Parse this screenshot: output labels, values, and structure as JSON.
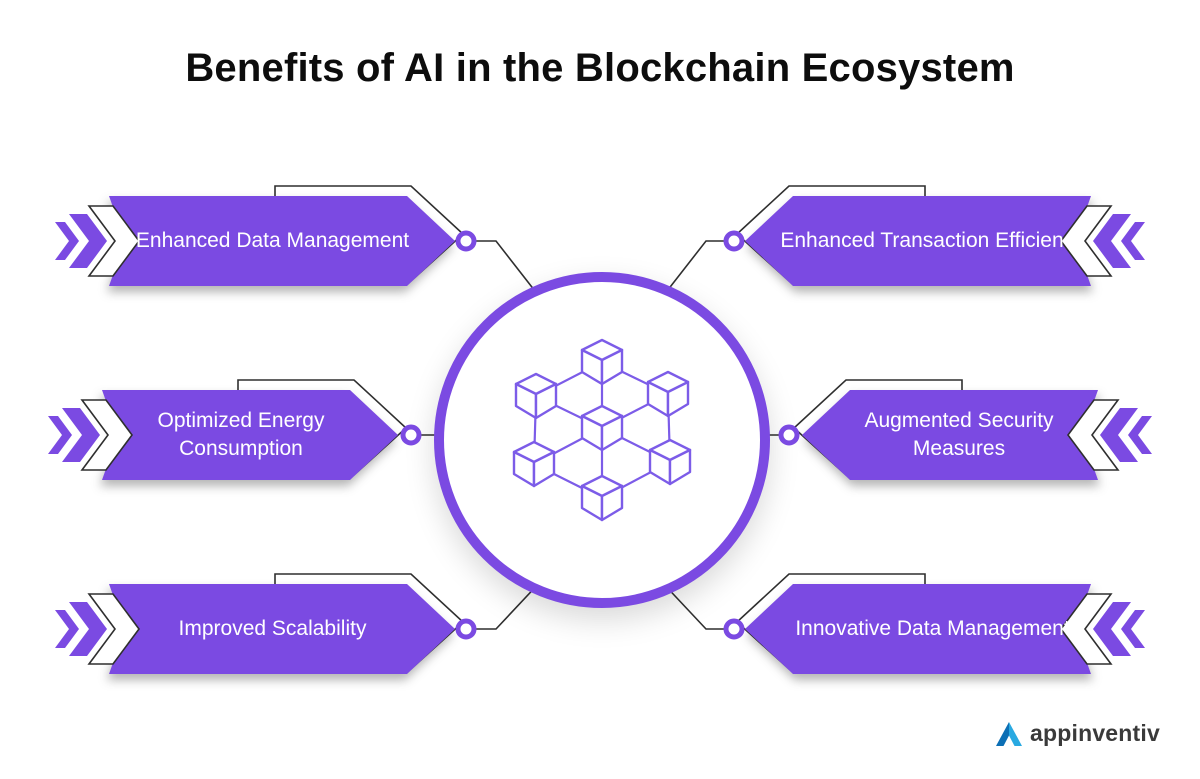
{
  "title": "Benefits of AI in the Blockchain Ecosystem",
  "banners": {
    "top_left": {
      "label": "Enhanced Data Management"
    },
    "mid_left": {
      "label": "Optimized Energy Consumption"
    },
    "bottom_left": {
      "label": "Improved Scalability"
    },
    "top_right": {
      "label": "Enhanced Transaction Efficiency"
    },
    "mid_right": {
      "label": "Augmented Security Measures"
    },
    "bottom_right": {
      "label": "Innovative Data Management"
    }
  },
  "center": {
    "icon": "blockchain-network-icon"
  },
  "icons": {
    "banner_edge": "double-chevron-icon",
    "connector": "connector-dot"
  },
  "colors": {
    "banner_purple": "#7b4ae2",
    "icon_purple": "#7c5ce8",
    "outline_dark": "#2f2f2f",
    "logo_blue_dark": "#0c6fb5",
    "logo_blue_light": "#29a9e1"
  },
  "logo": {
    "text": "appinventiv"
  }
}
